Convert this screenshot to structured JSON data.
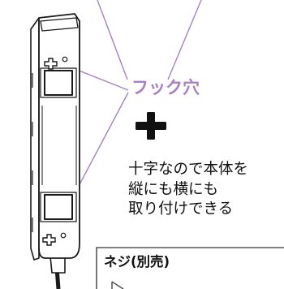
{
  "colors": {
    "accent": "#a87fc3",
    "ink": "#111111"
  },
  "callout": {
    "label": "フック穴"
  },
  "description": {
    "lines": [
      "十字なので本体を",
      "縦にも横にも",
      "取り付けできる"
    ]
  },
  "screw_box": {
    "title": "ネジ(別売)"
  },
  "icons": [
    "cross-shape-icon",
    "hook-hole-icon",
    "screw-icon"
  ]
}
